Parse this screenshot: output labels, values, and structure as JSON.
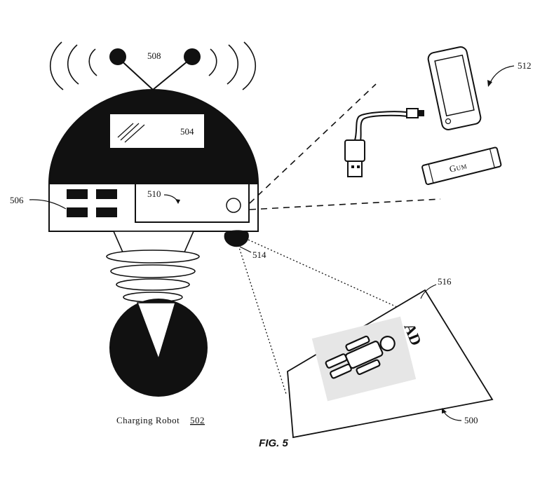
{
  "figure": {
    "label": "FIG. 5",
    "caption_text": "Charging Robot",
    "caption_ref": "502",
    "refs": {
      "display": "504",
      "indicator_panel": "506",
      "antennae": "508",
      "door": "510",
      "items": "512",
      "camera": "514",
      "ad_surface": "516",
      "system": "500"
    },
    "gum_label": "Gum",
    "ad_text": "AD"
  }
}
